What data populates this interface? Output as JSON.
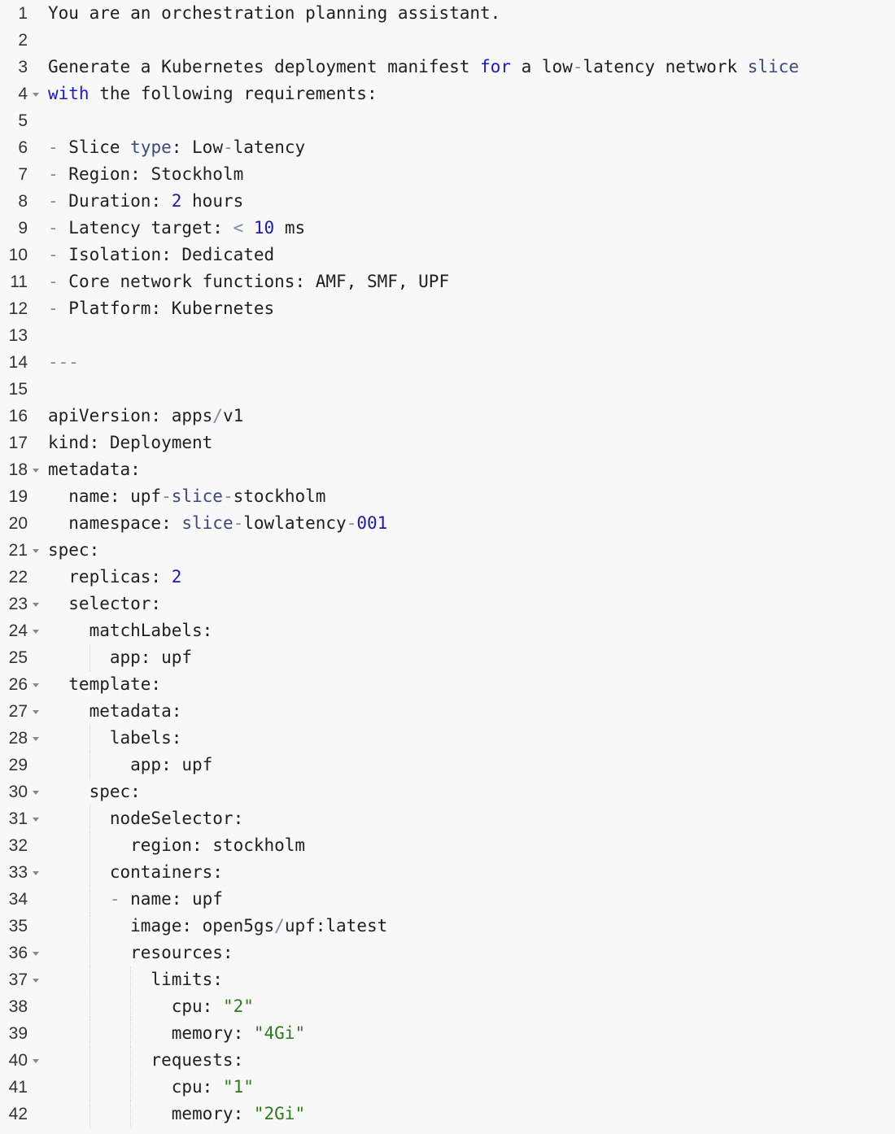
{
  "editor": {
    "lines": [
      {
        "n": "1",
        "fold": false,
        "guides": [],
        "tokens": [
          [
            "t",
            "You are an orchestration planning assistant."
          ]
        ]
      },
      {
        "n": "2",
        "fold": false,
        "guides": [],
        "tokens": []
      },
      {
        "n": "3",
        "fold": false,
        "guides": [],
        "tokens": [
          [
            "t",
            "Generate a Kubernetes deployment manifest "
          ],
          [
            "kw",
            "for"
          ],
          [
            "t",
            " a low"
          ],
          [
            "op",
            "-"
          ],
          [
            "t",
            "latency network "
          ],
          [
            "fn",
            "slice"
          ]
        ]
      },
      {
        "n": "4",
        "fold": true,
        "guides": [],
        "tokens": [
          [
            "kw",
            "with"
          ],
          [
            "t",
            " the following requirements:"
          ]
        ]
      },
      {
        "n": "5",
        "fold": false,
        "guides": [],
        "tokens": []
      },
      {
        "n": "6",
        "fold": false,
        "guides": [],
        "tokens": [
          [
            "op",
            "-"
          ],
          [
            "t",
            " Slice "
          ],
          [
            "fn",
            "type"
          ],
          [
            "t",
            ": Low"
          ],
          [
            "op",
            "-"
          ],
          [
            "t",
            "latency"
          ]
        ]
      },
      {
        "n": "7",
        "fold": false,
        "guides": [],
        "tokens": [
          [
            "op",
            "-"
          ],
          [
            "t",
            " Region: Stockholm"
          ]
        ]
      },
      {
        "n": "8",
        "fold": false,
        "guides": [],
        "tokens": [
          [
            "op",
            "-"
          ],
          [
            "t",
            " Duration: "
          ],
          [
            "num",
            "2"
          ],
          [
            "t",
            " hours"
          ]
        ]
      },
      {
        "n": "9",
        "fold": false,
        "guides": [],
        "tokens": [
          [
            "op",
            "-"
          ],
          [
            "t",
            " Latency target: "
          ],
          [
            "op",
            "<"
          ],
          [
            "t",
            " "
          ],
          [
            "num",
            "10"
          ],
          [
            "t",
            " ms"
          ]
        ]
      },
      {
        "n": "10",
        "fold": false,
        "guides": [],
        "tokens": [
          [
            "op",
            "-"
          ],
          [
            "t",
            " Isolation: Dedicated"
          ]
        ]
      },
      {
        "n": "11",
        "fold": false,
        "guides": [],
        "tokens": [
          [
            "op",
            "-"
          ],
          [
            "t",
            " Core network functions: AMF, SMF, UPF"
          ]
        ]
      },
      {
        "n": "12",
        "fold": false,
        "guides": [],
        "tokens": [
          [
            "op",
            "-"
          ],
          [
            "t",
            " Platform: Kubernetes"
          ]
        ]
      },
      {
        "n": "13",
        "fold": false,
        "guides": [],
        "tokens": []
      },
      {
        "n": "14",
        "fold": false,
        "guides": [],
        "tokens": [
          [
            "op",
            "---"
          ]
        ]
      },
      {
        "n": "15",
        "fold": false,
        "guides": [],
        "tokens": []
      },
      {
        "n": "16",
        "fold": false,
        "guides": [],
        "tokens": [
          [
            "t",
            "apiVersion: apps"
          ],
          [
            "op",
            "/"
          ],
          [
            "t",
            "v1"
          ]
        ]
      },
      {
        "n": "17",
        "fold": false,
        "guides": [],
        "tokens": [
          [
            "t",
            "kind: Deployment"
          ]
        ]
      },
      {
        "n": "18",
        "fold": true,
        "guides": [],
        "tokens": [
          [
            "t",
            "metadata:"
          ]
        ]
      },
      {
        "n": "19",
        "fold": false,
        "guides": [],
        "tokens": [
          [
            "t",
            "  name: upf"
          ],
          [
            "op",
            "-"
          ],
          [
            "fn",
            "slice"
          ],
          [
            "op",
            "-"
          ],
          [
            "t",
            "stockholm"
          ]
        ]
      },
      {
        "n": "20",
        "fold": false,
        "guides": [],
        "tokens": [
          [
            "t",
            "  namespace: "
          ],
          [
            "fn",
            "slice"
          ],
          [
            "op",
            "-"
          ],
          [
            "t",
            "lowlatency"
          ],
          [
            "op",
            "-"
          ],
          [
            "num",
            "001"
          ]
        ]
      },
      {
        "n": "21",
        "fold": true,
        "guides": [],
        "tokens": [
          [
            "t",
            "spec:"
          ]
        ]
      },
      {
        "n": "22",
        "fold": false,
        "guides": [],
        "tokens": [
          [
            "t",
            "  replicas: "
          ],
          [
            "num",
            "2"
          ]
        ]
      },
      {
        "n": "23",
        "fold": true,
        "guides": [],
        "tokens": [
          [
            "t",
            "  selector:"
          ]
        ]
      },
      {
        "n": "24",
        "fold": true,
        "guides": [],
        "tokens": [
          [
            "t",
            "    matchLabels:"
          ]
        ]
      },
      {
        "n": "25",
        "fold": false,
        "guides": [
          3
        ],
        "tokens": [
          [
            "t",
            "      app: upf"
          ]
        ]
      },
      {
        "n": "26",
        "fold": true,
        "guides": [],
        "tokens": [
          [
            "t",
            "  template:"
          ]
        ]
      },
      {
        "n": "27",
        "fold": true,
        "guides": [],
        "tokens": [
          [
            "t",
            "    metadata:"
          ]
        ]
      },
      {
        "n": "28",
        "fold": true,
        "guides": [
          3
        ],
        "tokens": [
          [
            "t",
            "      labels:"
          ]
        ]
      },
      {
        "n": "29",
        "fold": false,
        "guides": [
          3
        ],
        "tokens": [
          [
            "t",
            "        app: upf"
          ]
        ]
      },
      {
        "n": "30",
        "fold": true,
        "guides": [],
        "tokens": [
          [
            "t",
            "    spec:"
          ]
        ]
      },
      {
        "n": "31",
        "fold": true,
        "guides": [
          3
        ],
        "tokens": [
          [
            "t",
            "      nodeSelector:"
          ]
        ]
      },
      {
        "n": "32",
        "fold": false,
        "guides": [
          3
        ],
        "tokens": [
          [
            "t",
            "        region: stockholm"
          ]
        ]
      },
      {
        "n": "33",
        "fold": true,
        "guides": [
          3
        ],
        "tokens": [
          [
            "t",
            "      containers:"
          ]
        ]
      },
      {
        "n": "34",
        "fold": false,
        "guides": [
          3
        ],
        "tokens": [
          [
            "t",
            "      "
          ],
          [
            "op",
            "-"
          ],
          [
            "t",
            " name: upf"
          ]
        ]
      },
      {
        "n": "35",
        "fold": false,
        "guides": [
          3
        ],
        "tokens": [
          [
            "t",
            "        image: open5gs"
          ],
          [
            "op",
            "/"
          ],
          [
            "t",
            "upf:latest"
          ]
        ]
      },
      {
        "n": "36",
        "fold": true,
        "guides": [
          3
        ],
        "tokens": [
          [
            "t",
            "        resources:"
          ]
        ]
      },
      {
        "n": "37",
        "fold": true,
        "guides": [
          3,
          4
        ],
        "tokens": [
          [
            "t",
            "          limits:"
          ]
        ]
      },
      {
        "n": "38",
        "fold": false,
        "guides": [
          3,
          4
        ],
        "tokens": [
          [
            "t",
            "            cpu: "
          ],
          [
            "str",
            "\"2\""
          ]
        ]
      },
      {
        "n": "39",
        "fold": false,
        "guides": [
          3,
          4
        ],
        "tokens": [
          [
            "t",
            "            memory: "
          ],
          [
            "str",
            "\"4Gi\""
          ]
        ]
      },
      {
        "n": "40",
        "fold": true,
        "guides": [
          3,
          4
        ],
        "tokens": [
          [
            "t",
            "          requests:"
          ]
        ]
      },
      {
        "n": "41",
        "fold": false,
        "guides": [
          3,
          4
        ],
        "tokens": [
          [
            "t",
            "            cpu: "
          ],
          [
            "str",
            "\"1\""
          ]
        ]
      },
      {
        "n": "42",
        "fold": false,
        "guides": [
          3,
          4
        ],
        "tokens": [
          [
            "t",
            "            memory: "
          ],
          [
            "str",
            "\"2Gi\""
          ]
        ]
      }
    ]
  }
}
